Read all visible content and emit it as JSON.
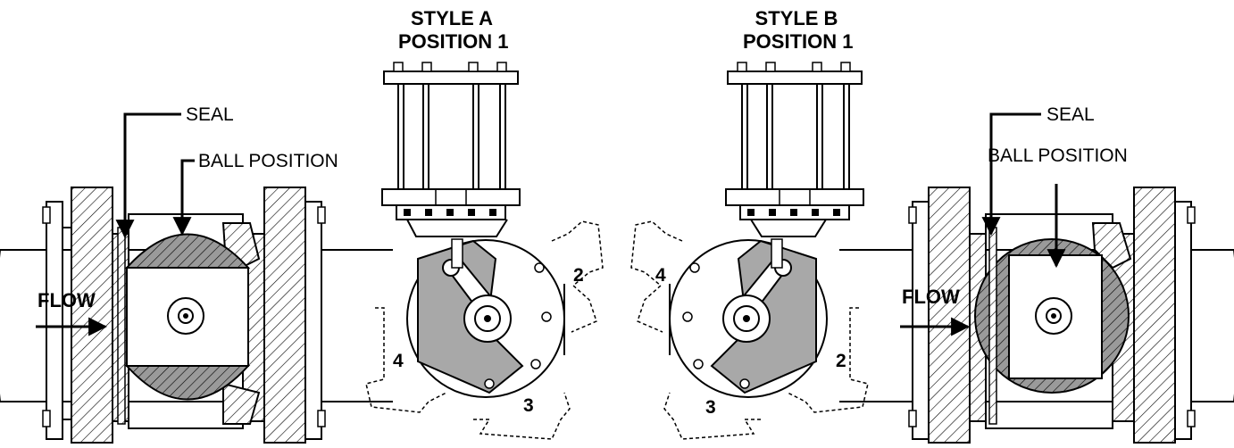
{
  "style_a": {
    "title_line1": "STYLE A",
    "title_line2": "POSITION 1",
    "seal_label": "SEAL",
    "ball_label": "BALL POSITION",
    "flow_label": "FLOW",
    "positions": [
      "2",
      "3",
      "4"
    ]
  },
  "style_b": {
    "title_line1": "STYLE B",
    "title_line2": "POSITION 1",
    "seal_label": "SEAL",
    "ball_label": "BALL POSITION",
    "flow_label": "FLOW",
    "positions": [
      "2",
      "3",
      "4"
    ]
  },
  "colors": {
    "line": "#000000",
    "ball_fill": "#9a9a9a",
    "cam_fill": "#a8a8a8",
    "background": "#ffffff"
  }
}
